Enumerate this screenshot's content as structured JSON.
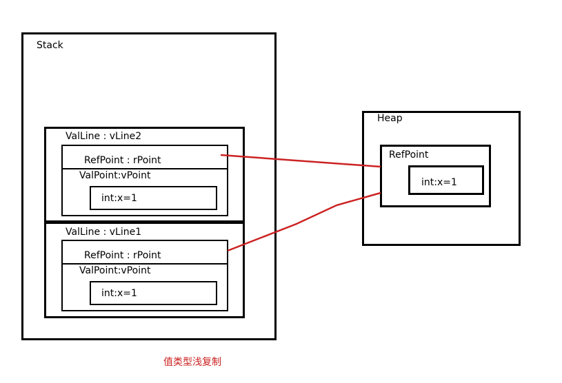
{
  "stack": {
    "title": "Stack",
    "val_line_2": {
      "label": "ValLine : vLine2",
      "ref_point": "RefPoint : rPoint",
      "val_point": "ValPoint:vPoint",
      "int_value": "int:x=1"
    },
    "val_line_1": {
      "label": "ValLine : vLine1",
      "ref_point": "RefPoint : rPoint",
      "val_point": "ValPoint:vPoint",
      "int_value": "int:x=1"
    }
  },
  "heap": {
    "title": "Heap",
    "ref_point": {
      "label": "RefPoint",
      "int_value": "int:x=1"
    }
  },
  "caption": "值类型浅复制",
  "colors": {
    "reference_arrow": "#cc2222",
    "caption": "#cc2222"
  }
}
